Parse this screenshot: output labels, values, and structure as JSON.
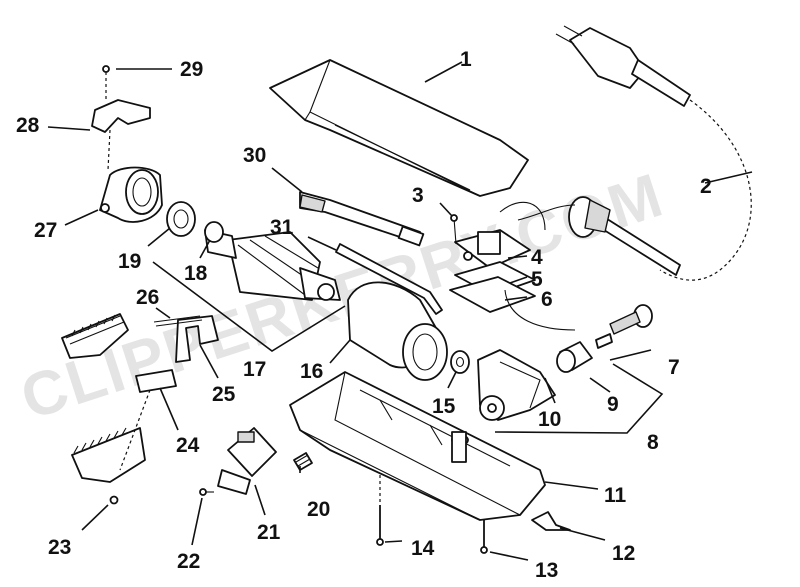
{
  "watermark": "CLIPPERKERRY.COM",
  "labels": [
    "1",
    "2",
    "3",
    "4",
    "5",
    "6",
    "7",
    "8",
    "9",
    "10",
    "11",
    "12",
    "13",
    "14",
    "15",
    "16",
    "17",
    "18",
    "19",
    "20",
    "21",
    "22",
    "23",
    "24",
    "25",
    "26",
    "27",
    "28",
    "29",
    "30",
    "31"
  ]
}
